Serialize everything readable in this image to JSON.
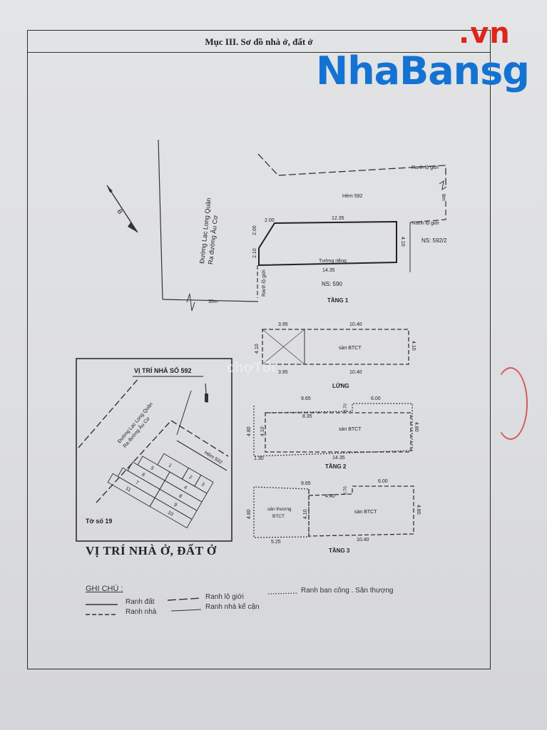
{
  "document": {
    "section_title": "Mục III. Sơ đồ nhà ở, đất ở"
  },
  "watermark": {
    "brand": "NhaBansg",
    "tld": ".vn",
    "brand_color": "#1473d2",
    "tld_color": "#e0241b",
    "overlay": "chợTốt"
  },
  "site_plan": {
    "road_name": "Đường Lạc Long Quân",
    "road_direction": "Ra đường Âu Cơ",
    "road_width": "30m",
    "alley_name": "Hẻm 592",
    "alley_width": "8m",
    "boundary_label_top": "Ranh lộ giới",
    "boundary_label_right": "Ranh lộ giới",
    "boundary_label_left": "Ranh lộ giới",
    "shared_wall": "Tường riêng",
    "neighbor_right": "NS: 592/2",
    "neighbor_bottom": "NS: 590",
    "dims": {
      "top_left": "2.00",
      "top_main": "12.35",
      "left_upper": "2.00",
      "left_lower": "2.10",
      "right_side": "4.10",
      "bottom": "14.35"
    }
  },
  "floors": [
    {
      "name": "TẦNG 1"
    },
    {
      "name": "LỬNG",
      "top_left": "3.95",
      "top_right": "10.40",
      "bottom_left": "3.95",
      "bottom_right": "10.40",
      "left": "4.10",
      "right": "4.10",
      "label": "sàn BTCT"
    },
    {
      "name": "TẦNG 2",
      "top_left": "9.65",
      "top_right": "6.00",
      "inner": "8.35",
      "notch": "0.70",
      "left_outer": "4.80",
      "left_inner": "4.10",
      "right": "4.80",
      "bottom_left": "1.30",
      "bottom": "14.35",
      "label": "sàn BTCT"
    },
    {
      "name": "TẦNG 3",
      "top_left": "9.65",
      "top_right": "6.00",
      "inner": "4.40",
      "notch": "0.70",
      "left_outer": "4.80",
      "left_inner": "4.10",
      "right": "4.80",
      "bottom_left": "5.25",
      "bottom_right": "10.40",
      "label_left_1": "sân thượng",
      "label_left_2": "BTCT",
      "label_right": "sàn BTCT"
    }
  ],
  "location_map": {
    "header": "VỊ TRÍ NHÀ SỐ 592",
    "road_1": "Đường Lạc Long Quân",
    "road_2": "Ra đường Âu Cơ",
    "alley": "Hẻm 592",
    "sheet": "Tờ số 19",
    "caption": "VỊ TRÍ NHÀ Ở, ĐẤT Ở",
    "lots": [
      "1",
      "2",
      "3",
      "4",
      "5",
      "6",
      "7",
      "8",
      "9",
      "10",
      "11"
    ]
  },
  "legend": {
    "title": "GHI CHÚ :",
    "items": [
      {
        "label": "Ranh đất",
        "style": "solid"
      },
      {
        "label": "Ranh nhà",
        "style": "dashed"
      },
      {
        "label": "Ranh lộ giới",
        "style": "long-dash"
      },
      {
        "label": "Ranh nhà kế cận",
        "style": "solid-thin"
      },
      {
        "label": "Ranh ban công . Sân thượng",
        "style": "dotted"
      }
    ]
  }
}
